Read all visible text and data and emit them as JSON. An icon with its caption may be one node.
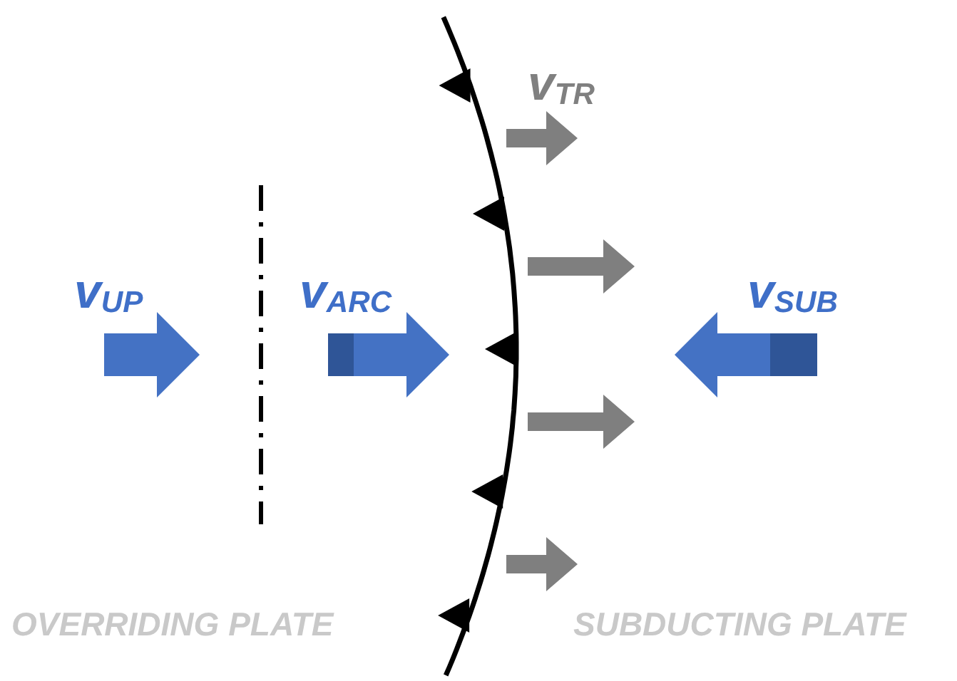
{
  "diagram": {
    "labels": [
      "v$_{TR}$",
      "v$_{UP}$",
      "v$_{ARC}$",
      "v$_{SUB}$",
      "OVERRIDING PLATE",
      "SUBDUCTING PLATE"
    ]
  }
}
